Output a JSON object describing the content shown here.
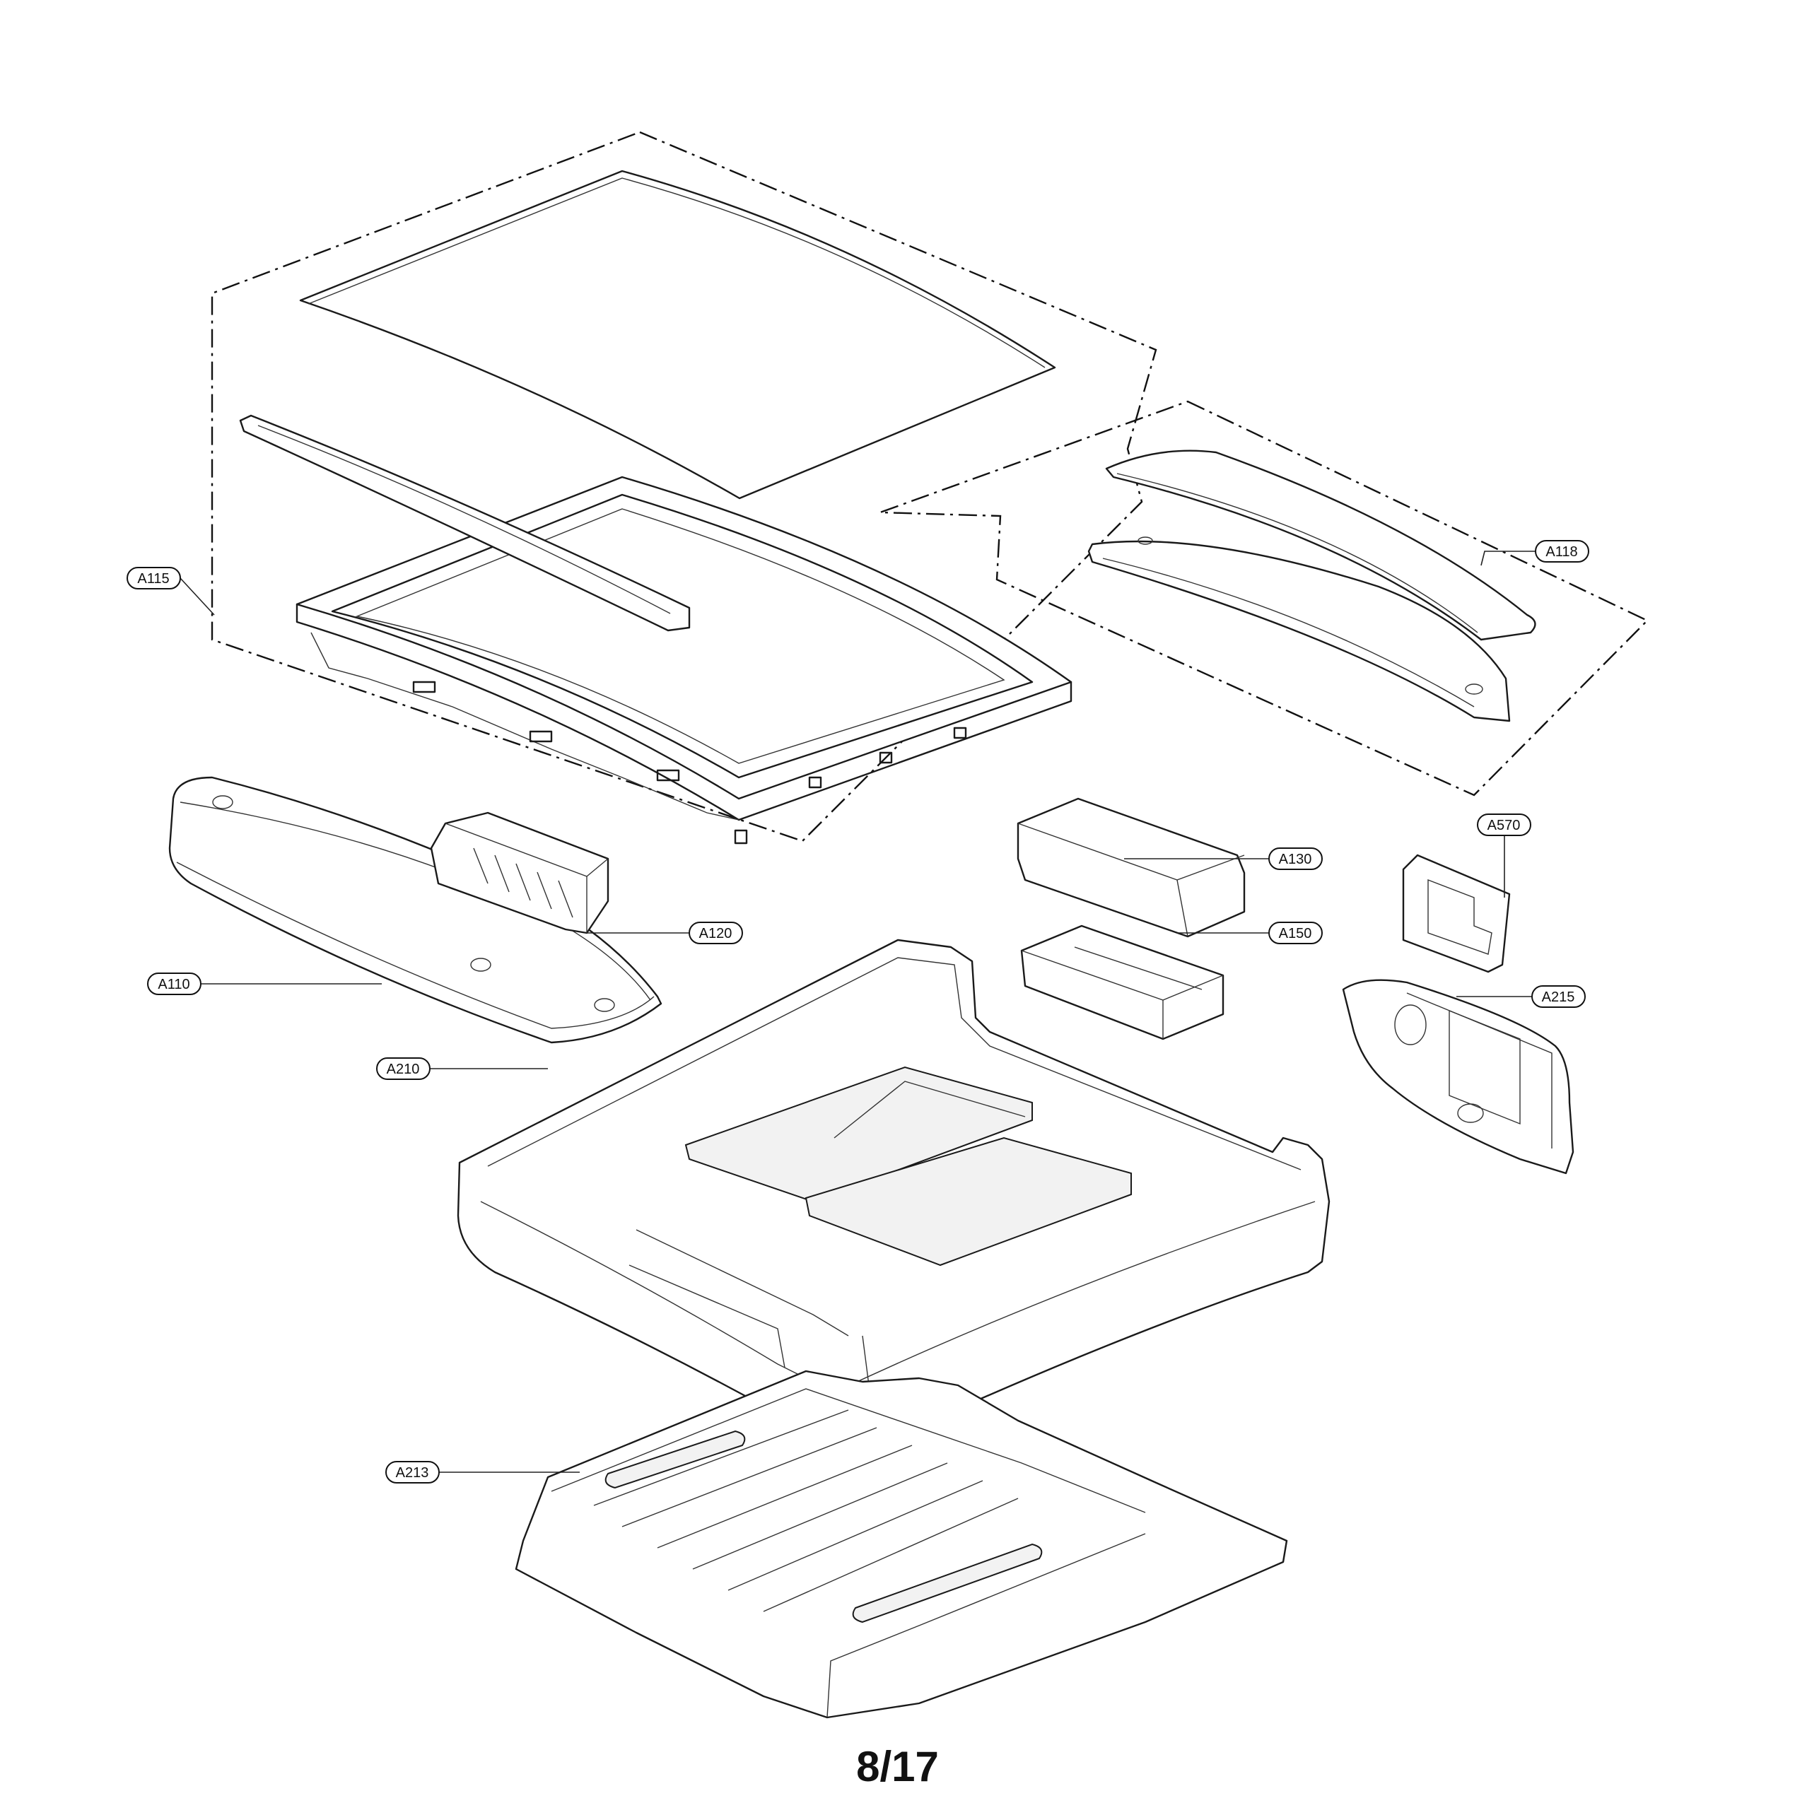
{
  "callouts": {
    "a115": "A115",
    "a118": "A118",
    "a120": "A120",
    "a110": "A110",
    "a130": "A130",
    "a150": "A150",
    "a570": "A570",
    "a215": "A215",
    "a210": "A210",
    "a213": "A213"
  },
  "page_number": "8/17"
}
